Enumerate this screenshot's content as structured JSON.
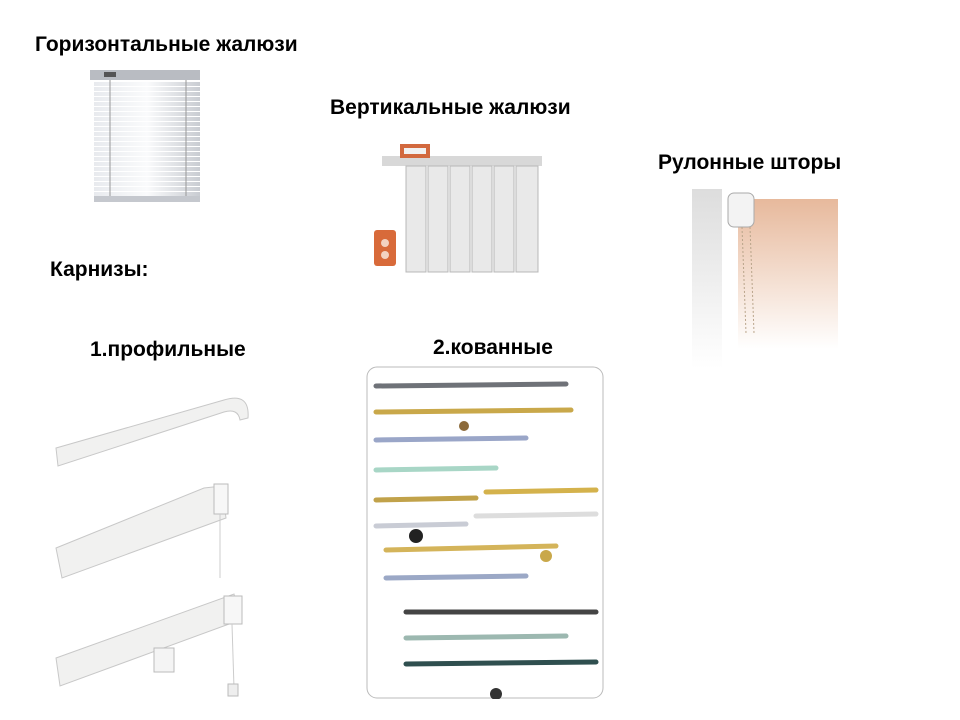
{
  "labels": {
    "horizontal_blinds": "Горизонтальные жалюзи",
    "vertical_blinds": "Вертикальные жалюзи",
    "roller_blinds": "Рулонные шторы",
    "cornices": "Карнизы:",
    "profile": "1.профильные",
    "wrought": "2.кованные"
  }
}
